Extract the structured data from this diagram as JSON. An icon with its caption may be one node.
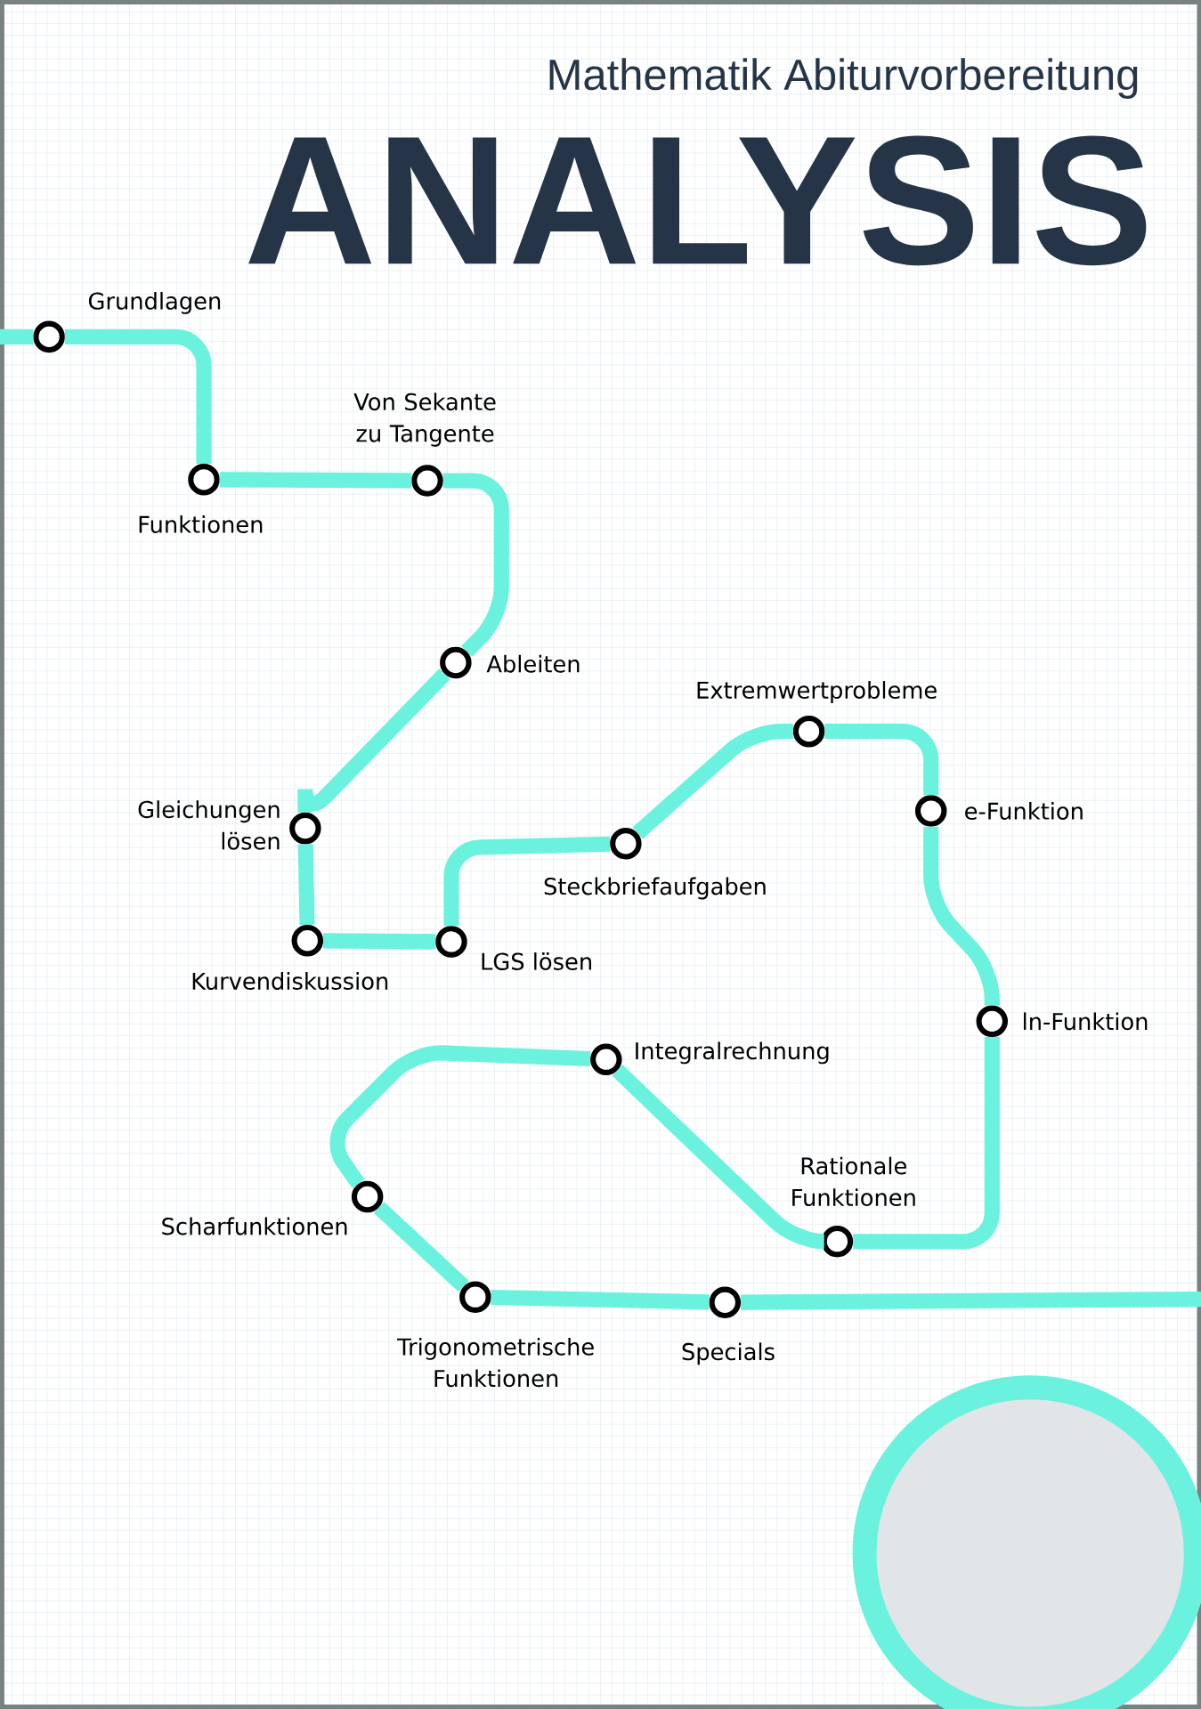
{
  "diagram": {
    "title": "ANALYSIS",
    "nodes": [
      {
        "text": [
          "Grundlagen"
        ]
      },
      {
        "text": [
          "Funktionen"
        ]
      },
      {
        "text": [
          "Von Sekante zu Tangente"
        ]
      },
      {
        "text": [
          "Ableiten"
        ]
      },
      {
        "text": [
          "Gleichungen lösen"
        ]
      },
      {
        "text": [
          "Kurvendiskussion"
        ]
      },
      {
        "text": [
          "LGS lösen"
        ]
      },
      {
        "text": [
          "Steckbriefaufgaben"
        ]
      },
      {
        "text": [
          "Extremwertprobleme"
        ]
      },
      {
        "text": [
          "e-Funktion"
        ]
      },
      {
        "text": [
          "ln-Funktion"
        ]
      },
      {
        "text": [
          "Rationale Funktionen"
        ]
      },
      {
        "text": [
          "Integralrechnung"
        ]
      },
      {
        "text": [
          "Scharfunktionen"
        ]
      },
      {
        "text": [
          "Trigonometrische Funktionen"
        ]
      },
      {
        "text": [
          "Specials"
        ]
      }
    ],
    "edges": [
      {
        "from": null,
        "to": 0,
        "arrow": "none"
      },
      {
        "from": 0,
        "to": 1,
        "arrow": "none"
      },
      {
        "from": 1,
        "to": 2,
        "arrow": "none"
      },
      {
        "from": 2,
        "to": 3,
        "arrow": "none"
      },
      {
        "from": 3,
        "to": 4,
        "arrow": "none"
      },
      {
        "from": 4,
        "to": 5,
        "arrow": "none"
      },
      {
        "from": 5,
        "to": 6,
        "arrow": "none"
      },
      {
        "from": 6,
        "to": 7,
        "arrow": "none"
      },
      {
        "from": 7,
        "to": 8,
        "arrow": "none"
      },
      {
        "from": 8,
        "to": 9,
        "arrow": "none"
      },
      {
        "from": 9,
        "to": 10,
        "arrow": "none"
      },
      {
        "from": 10,
        "to": 11,
        "arrow": "none"
      },
      {
        "from": 11,
        "to": 12,
        "arrow": "none"
      },
      {
        "from": 12,
        "to": 13,
        "arrow": "none"
      },
      {
        "from": 13,
        "to": 14,
        "arrow": "none"
      },
      {
        "from": 14,
        "to": 15,
        "arrow": "none"
      },
      {
        "from": 15,
        "to": null,
        "arrow": "none"
      }
    ],
    "labels": [
      "Mathematik Abiturvorbereitung"
    ]
  }
}
